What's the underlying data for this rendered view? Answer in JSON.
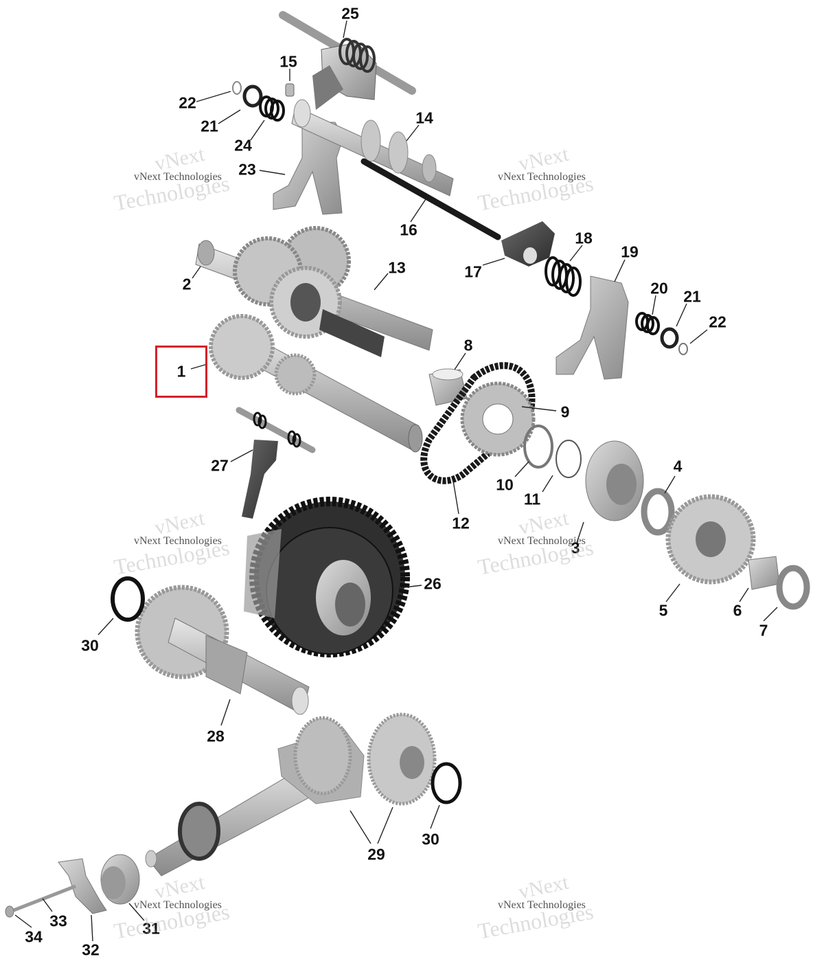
{
  "diagram": {
    "highlight_color": "#d4202a",
    "callouts": [
      {
        "id": "c25",
        "text": "25"
      },
      {
        "id": "c15",
        "text": "15"
      },
      {
        "id": "c22a",
        "text": "22"
      },
      {
        "id": "c21a",
        "text": "21"
      },
      {
        "id": "c24",
        "text": "24"
      },
      {
        "id": "c23",
        "text": "23"
      },
      {
        "id": "c14",
        "text": "14"
      },
      {
        "id": "c16",
        "text": "16"
      },
      {
        "id": "c2",
        "text": "2"
      },
      {
        "id": "c13",
        "text": "13"
      },
      {
        "id": "c17",
        "text": "17"
      },
      {
        "id": "c18",
        "text": "18"
      },
      {
        "id": "c19",
        "text": "19"
      },
      {
        "id": "c20",
        "text": "20"
      },
      {
        "id": "c21b",
        "text": "21"
      },
      {
        "id": "c22b",
        "text": "22"
      },
      {
        "id": "c1",
        "text": "1"
      },
      {
        "id": "c8",
        "text": "8"
      },
      {
        "id": "c9",
        "text": "9"
      },
      {
        "id": "c27",
        "text": "27"
      },
      {
        "id": "c10",
        "text": "10"
      },
      {
        "id": "c11",
        "text": "11"
      },
      {
        "id": "c4",
        "text": "4"
      },
      {
        "id": "c12",
        "text": "12"
      },
      {
        "id": "c3",
        "text": "3"
      },
      {
        "id": "c26",
        "text": "26"
      },
      {
        "id": "c5",
        "text": "5"
      },
      {
        "id": "c6",
        "text": "6"
      },
      {
        "id": "c7",
        "text": "7"
      },
      {
        "id": "c30a",
        "text": "30"
      },
      {
        "id": "c28",
        "text": "28"
      },
      {
        "id": "c29",
        "text": "29"
      },
      {
        "id": "c30b",
        "text": "30"
      },
      {
        "id": "c33",
        "text": "33"
      },
      {
        "id": "c31",
        "text": "31"
      },
      {
        "id": "c34",
        "text": "34"
      },
      {
        "id": "c32",
        "text": "32"
      }
    ],
    "watermark": {
      "line1": "vNext",
      "line2": "vNext Technologies",
      "line3": "Technologies"
    }
  }
}
